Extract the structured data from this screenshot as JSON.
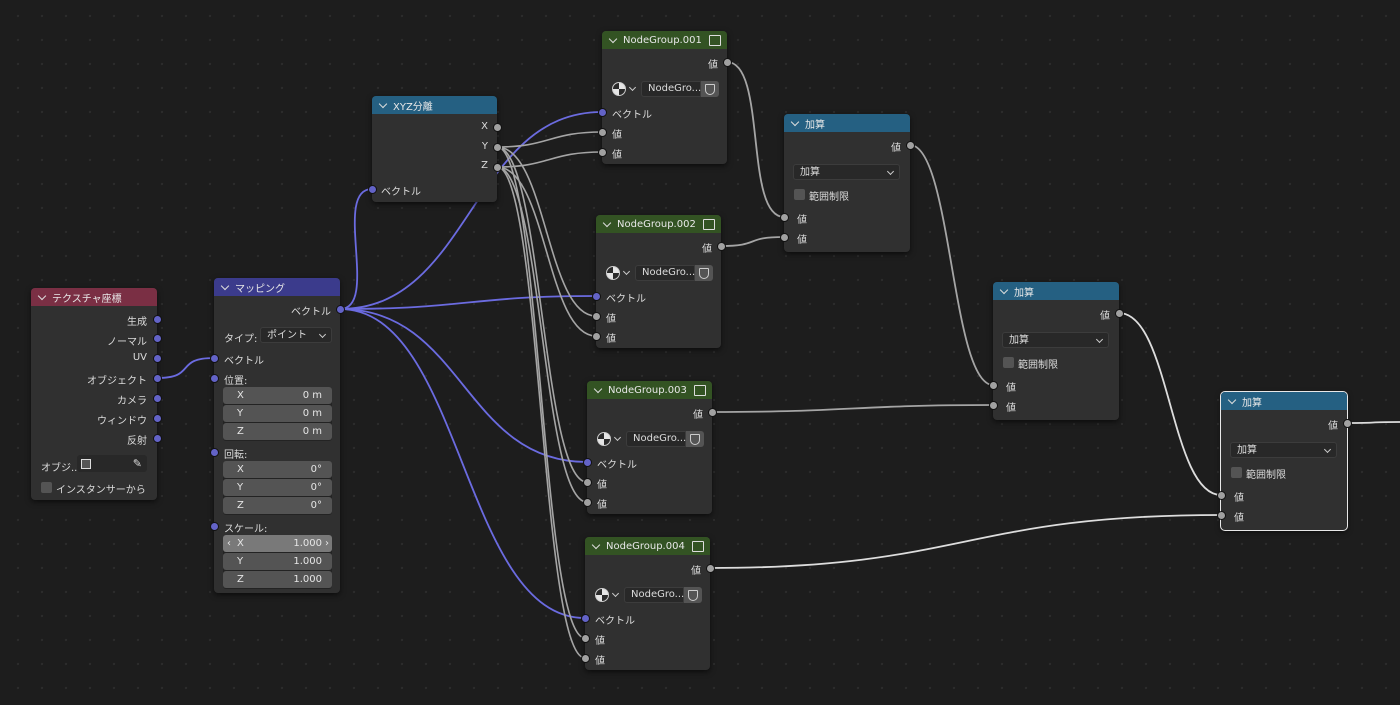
{
  "colors": {
    "vector_wire": "#6b6be0",
    "float_wire": "#a5a5a5",
    "texcoord_header": "#7a2f44",
    "mapping_header": "#3b3b8c",
    "convert_header": "#256082",
    "group_header": "#335323"
  },
  "texcoord": {
    "title": "テクスチャ座標",
    "outputs": [
      "生成",
      "ノーマル",
      "UV",
      "オブジェクト",
      "カメラ",
      "ウィンドウ",
      "反射"
    ],
    "object_label": "オブジ..",
    "instancer_label": "インスタンサーから"
  },
  "mapping": {
    "title": "マッピング",
    "output": "ベクトル",
    "type_label": "タイプ:",
    "type_value": "ポイント",
    "vector": "ベクトル",
    "location": "位置:",
    "rotation": "回転:",
    "scale": "スケール:",
    "loc": [
      {
        "axis": "X",
        "val": "0 m"
      },
      {
        "axis": "Y",
        "val": "0 m"
      },
      {
        "axis": "Z",
        "val": "0 m"
      }
    ],
    "rot": [
      {
        "axis": "X",
        "val": "0°"
      },
      {
        "axis": "Y",
        "val": "0°"
      },
      {
        "axis": "Z",
        "val": "0°"
      }
    ],
    "scl": [
      {
        "axis": "X",
        "val": "1.000"
      },
      {
        "axis": "Y",
        "val": "1.000"
      },
      {
        "axis": "Z",
        "val": "1.000"
      }
    ]
  },
  "xyz": {
    "title": "XYZ分離",
    "outputs": [
      "X",
      "Y",
      "Z"
    ],
    "input": "ベクトル"
  },
  "groups": [
    {
      "title": "NodeGroup.001",
      "output": "値",
      "name": "NodeGro...",
      "in_vec": "ベクトル",
      "in1": "値",
      "in2": "値"
    },
    {
      "title": "NodeGroup.002",
      "output": "値",
      "name": "NodeGro...",
      "in_vec": "ベクトル",
      "in1": "値",
      "in2": "値"
    },
    {
      "title": "NodeGroup.003",
      "output": "値",
      "name": "NodeGro...",
      "in_vec": "ベクトル",
      "in1": "値",
      "in2": "値"
    },
    {
      "title": "NodeGroup.004",
      "output": "値",
      "name": "NodeGro...",
      "in_vec": "ベクトル",
      "in1": "値",
      "in2": "値"
    }
  ],
  "adds": [
    {
      "title": "加算",
      "output": "値",
      "op": "加算",
      "clamp": "範囲制限",
      "in1": "値",
      "in2": "値"
    },
    {
      "title": "加算",
      "output": "値",
      "op": "加算",
      "clamp": "範囲制限",
      "in1": "値",
      "in2": "値"
    },
    {
      "title": "加算",
      "output": "値",
      "op": "加算",
      "clamp": "範囲制限",
      "in1": "値",
      "in2": "値"
    }
  ]
}
